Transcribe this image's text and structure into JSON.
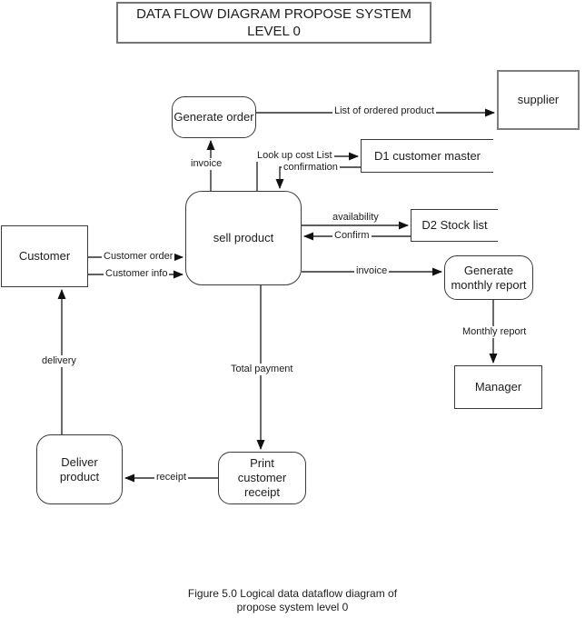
{
  "colors": {
    "background": "#ffffff",
    "line": "#2b2b2b",
    "text": "#1c1c1c",
    "box_border": "#3a3a3a"
  },
  "title": {
    "line1": "DATA FLOW DIAGRAM PROPOSE SYSTEM",
    "line2": "LEVEL 0"
  },
  "nodes": {
    "generate_order": {
      "label": "Generate order",
      "type": "process"
    },
    "sell_product": {
      "label": "sell product",
      "type": "process"
    },
    "generate_monthly_report": {
      "label": "Generate monthly report",
      "type": "process"
    },
    "deliver_product": {
      "label": "Deliver product",
      "type": "process"
    },
    "print_customer_receipt": {
      "label": "Print customer receipt",
      "type": "process"
    },
    "supplier": {
      "label": "supplier",
      "type": "external-entity"
    },
    "customer": {
      "label": "Customer",
      "type": "external-entity"
    },
    "manager": {
      "label": "Manager",
      "type": "external-entity"
    },
    "d1_customer_master": {
      "label": "D1 customer master",
      "type": "data-store"
    },
    "d2_stock_list": {
      "label": "D2 Stock list",
      "type": "data-store"
    }
  },
  "flows": {
    "invoice_to_generate_order": {
      "label": "invoice",
      "from": "sell_product",
      "to": "generate_order"
    },
    "list_of_ordered_product": {
      "label": "List of ordered product",
      "from": "generate_order",
      "to": "supplier"
    },
    "look_up_cost_list": {
      "label": "Look up cost List",
      "from": "sell_product",
      "to": "d1_customer_master"
    },
    "confirmation": {
      "label": "confirmation",
      "from": "d1_customer_master",
      "to": "sell_product"
    },
    "availability": {
      "label": "availability",
      "from": "sell_product",
      "to": "d2_stock_list"
    },
    "confirm": {
      "label": "Confirm",
      "from": "d2_stock_list",
      "to": "sell_product"
    },
    "customer_order": {
      "label": "Customer order",
      "from": "customer",
      "to": "sell_product"
    },
    "customer_info": {
      "label": "Customer info",
      "from": "customer",
      "to": "sell_product"
    },
    "invoice_to_monthly_report": {
      "label": "invoice",
      "from": "sell_product",
      "to": "generate_monthly_report"
    },
    "monthly_report": {
      "label": "Monthly report",
      "from": "generate_monthly_report",
      "to": "manager"
    },
    "total_payment": {
      "label": "Total payment",
      "from": "sell_product",
      "to": "print_customer_receipt"
    },
    "receipt": {
      "label": "receipt",
      "from": "print_customer_receipt",
      "to": "deliver_product"
    },
    "delivery": {
      "label": "delivery",
      "from": "deliver_product",
      "to": "customer"
    }
  },
  "caption": {
    "line1": "Figure 5.0 Logical data dataflow diagram of",
    "line2": "propose system level 0"
  }
}
